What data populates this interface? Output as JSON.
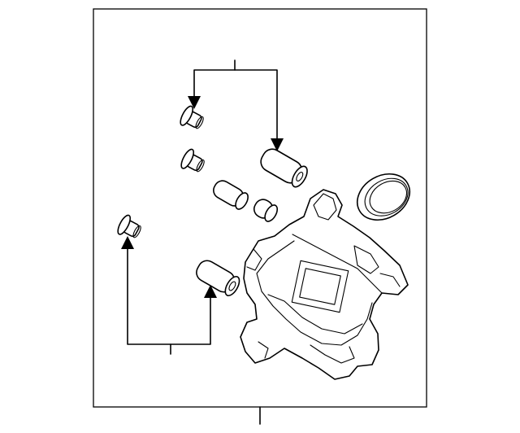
{
  "diagram": {
    "style": "black-line exploded parts illustration",
    "colors": {
      "line": "#000000",
      "panel_border": "#000000",
      "background": "#ffffff"
    },
    "labels": [],
    "parts": [
      "brake-caliper",
      "caliper-guide-pin-bolt",
      "caliper-guide-pin-bolt",
      "caliper-guide-pin-bolt",
      "caliper-guide-pin",
      "caliper-guide-pin",
      "caliper-piston-small",
      "caliper-piston-small",
      "caliper-piston-seal",
      "caliper-housing"
    ]
  }
}
